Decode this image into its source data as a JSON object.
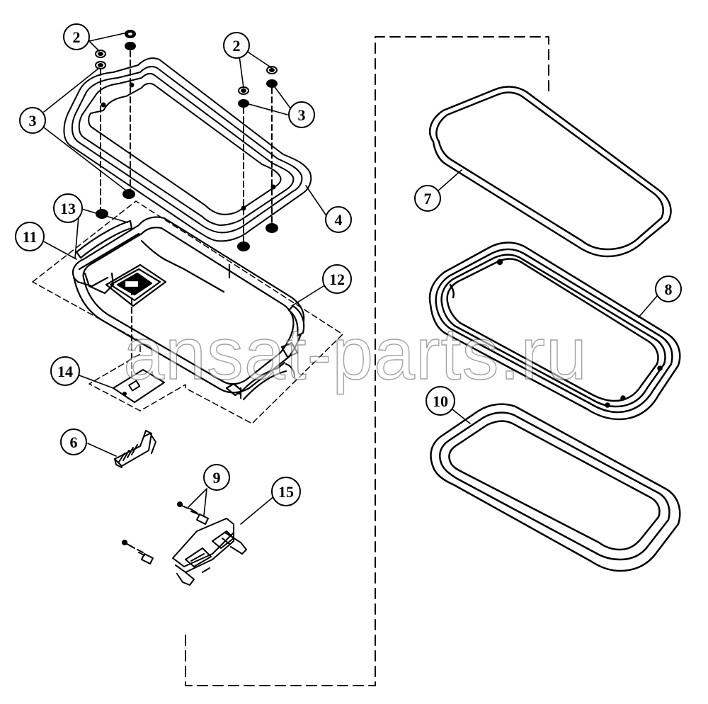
{
  "watermark": "ansat-parts.ru",
  "callouts": {
    "c2a": "2",
    "c2b": "2",
    "c3a": "3",
    "c3b": "3",
    "c4": "4",
    "c6": "6",
    "c7": "7",
    "c8": "8",
    "c9": "9",
    "c10": "10",
    "c11": "11",
    "c12": "12",
    "c13": "13",
    "c14": "14",
    "c15": "15"
  }
}
